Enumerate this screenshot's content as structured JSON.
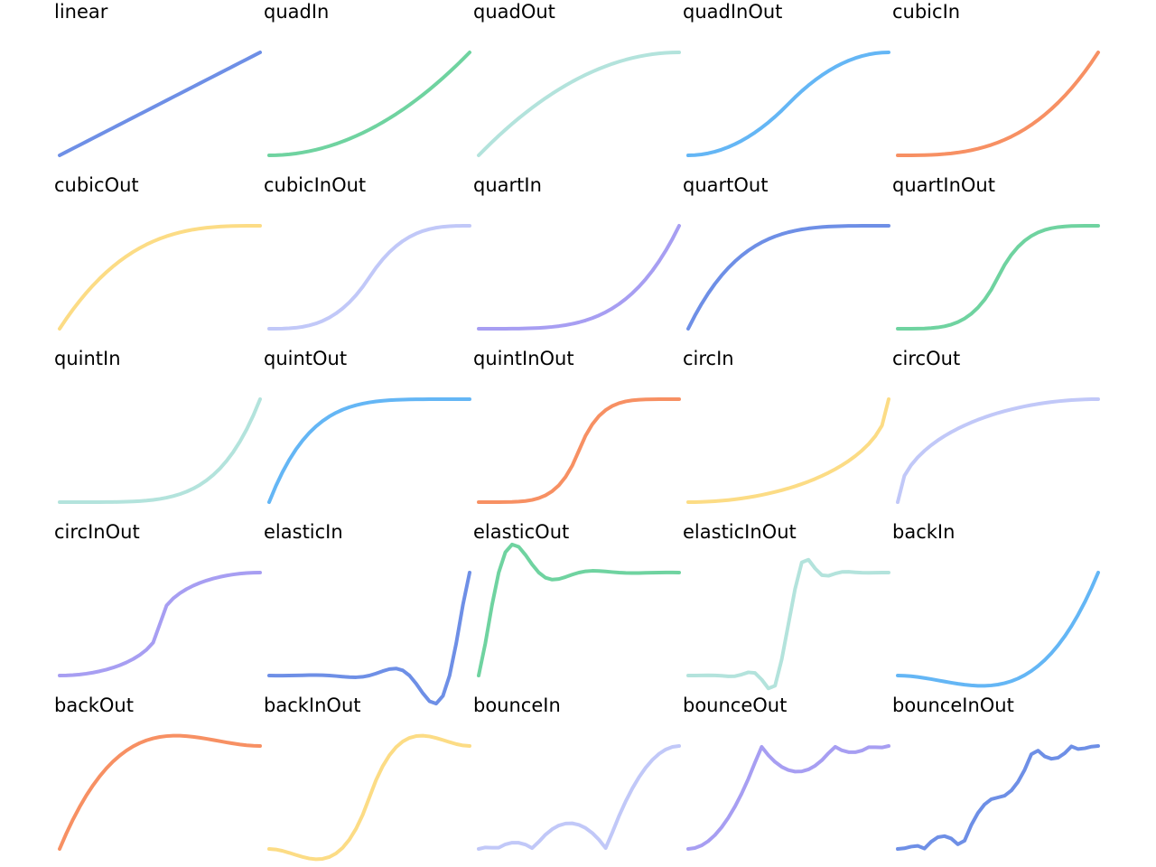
{
  "chart_data": {
    "type": "line",
    "description_of_layout": "",
    "charts": [
      {
        "title": "linear",
        "color": "#6e8fe6"
      },
      {
        "title": "quadIn",
        "color": "#6fd3a0"
      },
      {
        "title": "quadOut",
        "color": "#b3e3dc"
      },
      {
        "title": "quadInOut",
        "color": "#64b6f5"
      },
      {
        "title": "cubicIn",
        "color": "#f79063"
      },
      {
        "title": "cubicOut",
        "color": "#fcdc85"
      },
      {
        "title": "cubicInOut",
        "color": "#c1c8f8"
      },
      {
        "title": "quartIn",
        "color": "#a79ef2"
      },
      {
        "title": "quartOut",
        "color": "#6e8fe6"
      },
      {
        "title": "quartInOut",
        "color": "#6fd3a0"
      },
      {
        "title": "quintIn",
        "color": "#b3e3dc"
      },
      {
        "title": "quintOut",
        "color": "#64b6f5"
      },
      {
        "title": "quintInOut",
        "color": "#f79063"
      },
      {
        "title": "circIn",
        "color": "#fcdc85"
      },
      {
        "title": "circOut",
        "color": "#c1c8f8"
      },
      {
        "title": "circInOut",
        "color": "#a79ef2"
      },
      {
        "title": "elasticIn",
        "color": "#6e8fe6"
      },
      {
        "title": "elasticOut",
        "color": "#6fd3a0"
      },
      {
        "title": "elasticInOut",
        "color": "#b3e3dc"
      },
      {
        "title": "backIn",
        "color": "#64b6f5"
      },
      {
        "title": "backOut",
        "color": "#f79063"
      },
      {
        "title": "backInOut",
        "color": "#fcdc85"
      },
      {
        "title": "bounceIn",
        "color": "#c1c8f8"
      },
      {
        "title": "bounceOut",
        "color": "#a79ef2"
      },
      {
        "title": "bounceInOut",
        "color": "#6e8fe6"
      }
    ]
  }
}
